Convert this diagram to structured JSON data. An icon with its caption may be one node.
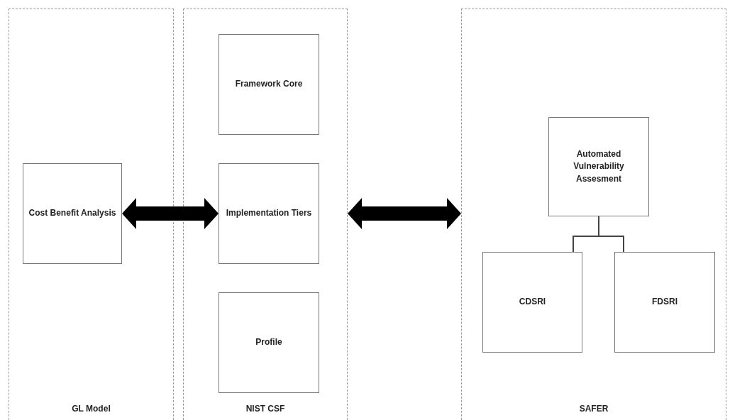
{
  "diagram": {
    "nodes": [
      {
        "text": [
          "GL Model"
        ]
      },
      {
        "text": [
          "Cost Benefit Analysis"
        ],
        "in": 0
      },
      {
        "text": [
          "NIST CSF"
        ]
      },
      {
        "text": [
          "Framework Core"
        ],
        "in": 2
      },
      {
        "text": [
          "Implementation Tiers"
        ],
        "in": 2
      },
      {
        "text": [
          "Profile"
        ],
        "in": 2
      },
      {
        "text": [
          "SAFER"
        ]
      },
      {
        "text": [
          "Automated Vulnerability Assesment"
        ],
        "in": 6
      },
      {
        "text": [
          "CDSRI"
        ],
        "in": 6
      },
      {
        "text": [
          "FDSRI"
        ],
        "in": 6
      }
    ],
    "edges": [
      {
        "from": 1,
        "to": 4,
        "arrow": "both",
        "style": "thick"
      },
      {
        "from": 2,
        "to": 6,
        "arrow": "both",
        "style": "thick"
      },
      {
        "from": 7,
        "to": 8,
        "arrow": "none"
      },
      {
        "from": 7,
        "to": 9,
        "arrow": "none"
      }
    ]
  }
}
